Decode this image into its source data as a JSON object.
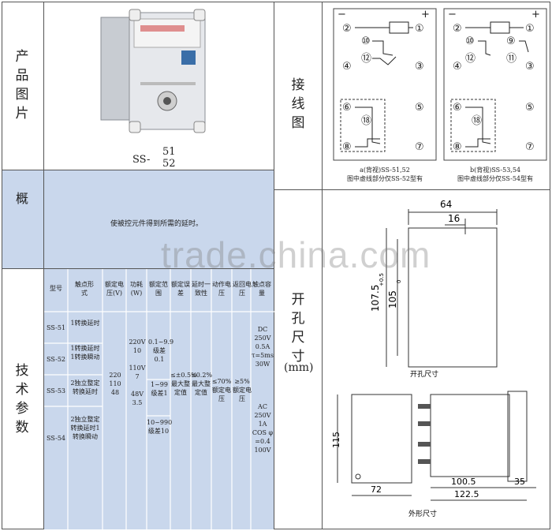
{
  "left": {
    "product_label": "产品图片",
    "product_label_chars": [
      "产",
      "品",
      "图",
      "片"
    ],
    "model_prefix": "SS-",
    "model_a": "51",
    "model_b": "52",
    "overview_label": "概",
    "overview_text": "使被控元件得到所需的延时。",
    "specs_label_chars": [
      "技",
      "术",
      "参",
      "数"
    ],
    "spec_headers": [
      "型号",
      "触点形式",
      "额定电压(V)",
      "功耗(W)",
      "额定范围",
      "额定误差",
      "延时一致性",
      "动作电压",
      "返回电压",
      "触点容量"
    ],
    "models": [
      "SS-51",
      "SS-52",
      "SS-53",
      "SS-54"
    ],
    "contact_forms": [
      "1转换延时",
      "1转换延时1转换瞬动",
      "2独立整定转换延时",
      "2独立整定转换延时1转换瞬动"
    ],
    "voltages": "220\n110\n48",
    "power": "220V 10\n\n110V 7\n\n48V 3.5",
    "ranges": [
      "0.1~9.9级差0.1",
      "1~99级差1",
      "10~990级差10"
    ],
    "error": "≤±0.5%最大整定值",
    "consistency": "≤0.2%最大整定值",
    "action_voltage": "≤70%额定电压",
    "return_voltage": "≥5%额定电压",
    "capacity_dc": "DC\n250V\n0.5A\nτ=5ms\n30W",
    "capacity_ac": "AC\n250V\n1A\nCOS φ\n=0.4\n100V"
  },
  "right": {
    "wiring_label_chars": [
      "接",
      "线",
      "图"
    ],
    "caption_a_1": "a(背视)SS-51,52",
    "caption_a_2": "图中虚线部分仅SS-52型有",
    "caption_b_1": "b(背视)SS-53,54",
    "caption_b_2": "图中虚线部分仅SS-54型有",
    "cutout_label_chars": [
      "开",
      "孔",
      "尺",
      "寸"
    ],
    "cutout_unit": "(mm)",
    "cutout_caption": "开孔尺寸",
    "outline_caption": "外形尺寸",
    "dims": {
      "w64": "64",
      "w16": "16",
      "h107": "107.5",
      "h105": "105",
      "h115": "115",
      "w72": "72",
      "w100": "100.5",
      "w35": "35",
      "w122": "122.5",
      "plus": "+0.5",
      "zero": "0"
    },
    "terminals": [
      "②",
      "①",
      "⑩",
      "⑫",
      "④",
      "③",
      "⑥",
      "⑱",
      "⑤",
      "⑧",
      "⑦",
      "⑨",
      "⑪"
    ],
    "plus_sign": "+",
    "minus_sign": "−"
  },
  "watermark": "trade.china.com"
}
